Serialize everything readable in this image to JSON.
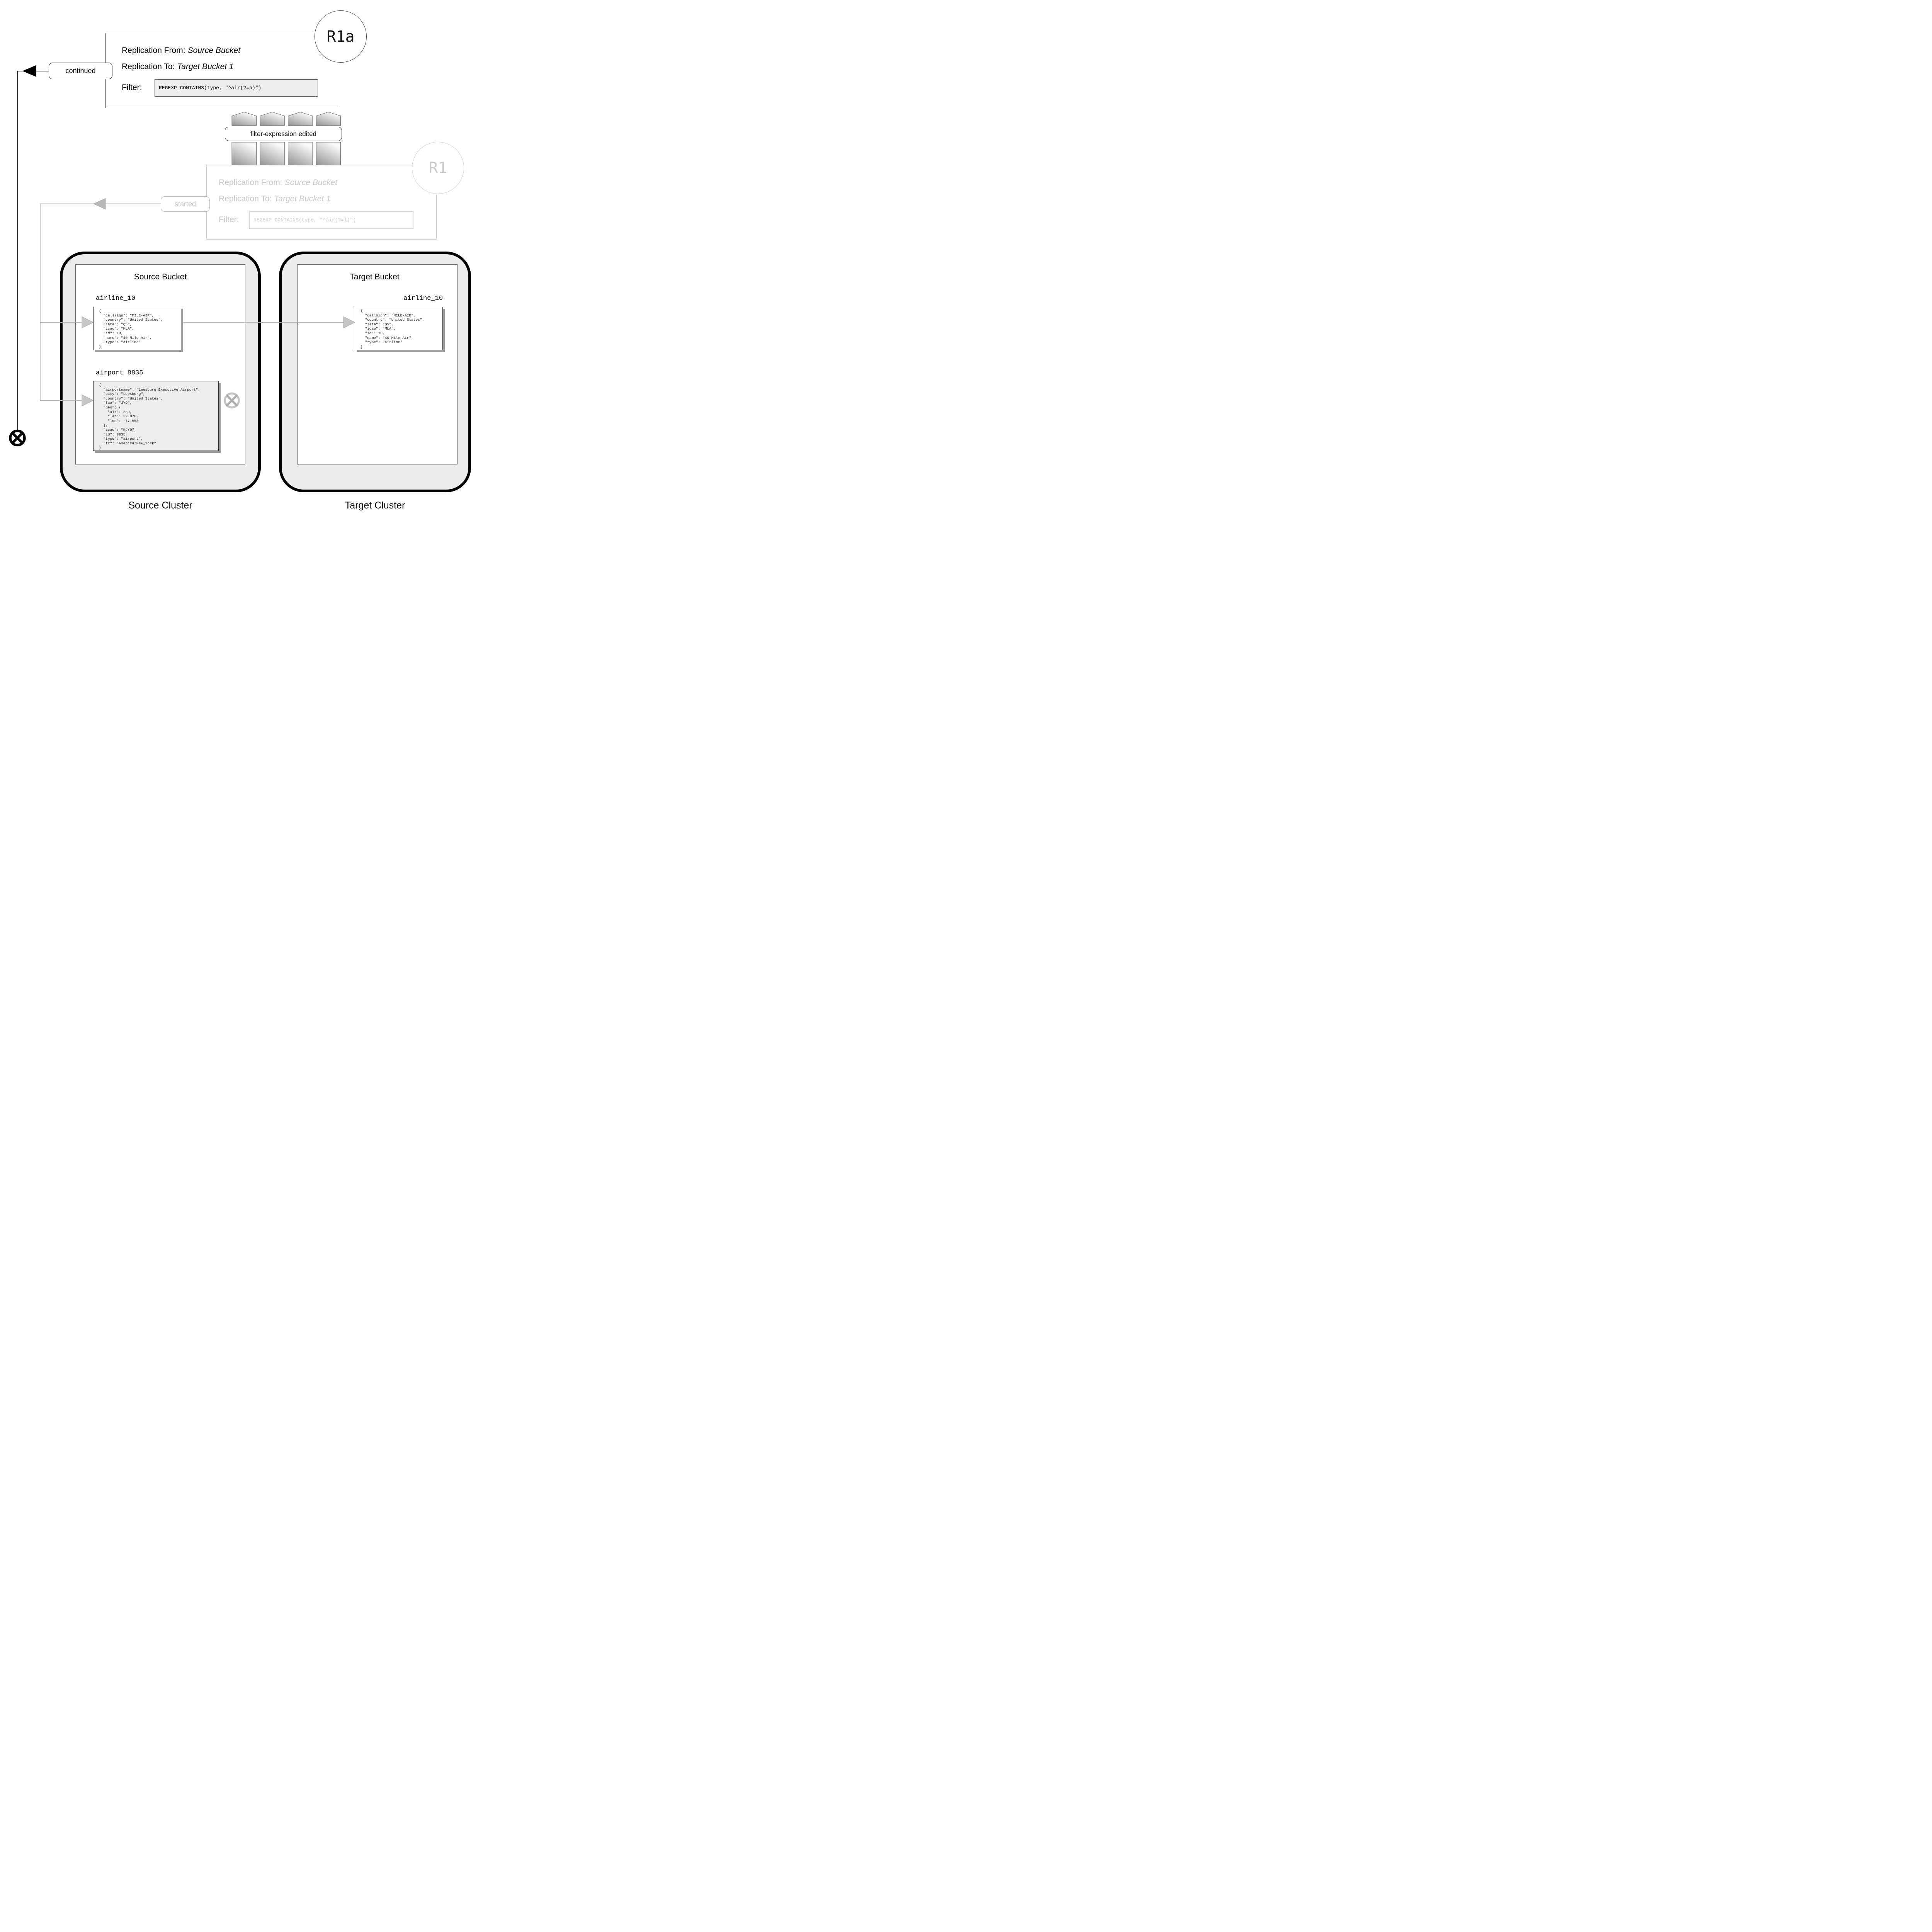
{
  "r1a": {
    "badge": "R1a",
    "from_label": "Replication From:",
    "from_value": "Source Bucket",
    "to_label": "Replication To:",
    "to_value": "Target Bucket 1",
    "filter_label": "Filter:",
    "filter_code": "REGEXP_CONTAINS(type, \"^air(?=p)\")"
  },
  "r1": {
    "badge": "R1",
    "from_label": "Replication From:",
    "from_value": "Source Bucket",
    "to_label": "Replication To:",
    "to_value": "Target Bucket 1",
    "filter_label": "Filter:",
    "filter_code": "REGEXP_CONTAINS(type, \"^air(?=l)\")"
  },
  "flow_labels": {
    "continued": "continued",
    "started": "started",
    "filter_edited": "filter-expression edited"
  },
  "source_cluster": {
    "cluster_title": "Source Cluster",
    "bucket_title": "Source Bucket",
    "docs": [
      {
        "id": "airline_10",
        "body": "{\n  \"callsign\": \"MILE-AIR\",\n  \"country\": \"United States\",\n  \"iata\": \"Q5\",\n  \"icao\": \"MLA\",\n  \"id\": 10,\n  \"name\": \"40-Mile Air\",\n  \"type\": \"airline\"\n}"
      },
      {
        "id": "airport_8835",
        "body": "{\n  \"airportname\": \"Leesburg Executive Airport\",\n  \"city\": \"Leesburg\",\n  \"country\": \"United States\",\n  \"faa\": \"JYO\",\n  \"geo\": {\n    \"alt\": 389,\n    \"lat\": 39.078,\n    \"lon\": -77.558\n  },\n  \"icao\": \"KJYO\",\n  \"id\": 8835,\n  \"type\": \"airport\",\n  \"tz\": \"America/New_York\"\n}"
      }
    ]
  },
  "target_cluster": {
    "cluster_title": "Target Cluster",
    "bucket_title": "Target Bucket",
    "docs": [
      {
        "id": "airline_10",
        "body": "{\n  \"callsign\": \"MILE-AIR\",\n  \"country\": \"United States\",\n  \"iata\": \"Q5\",\n  \"icao\": \"MLA\",\n  \"id\": 10,\n  \"name\": \"40-Mile Air\",\n  \"type\": \"airline\"\n}"
      }
    ]
  },
  "colors": {
    "ghost_text": "#c8c8c8",
    "ghost_border": "#cfcfcf",
    "connector_gray": "#b5b5b5",
    "cluster_fill": "#ececec",
    "cluster_border": "#000000",
    "code_bg": "#ededed",
    "filtered_doc_bg": "#ededed",
    "doc_shadow": "#9a9a9a"
  }
}
